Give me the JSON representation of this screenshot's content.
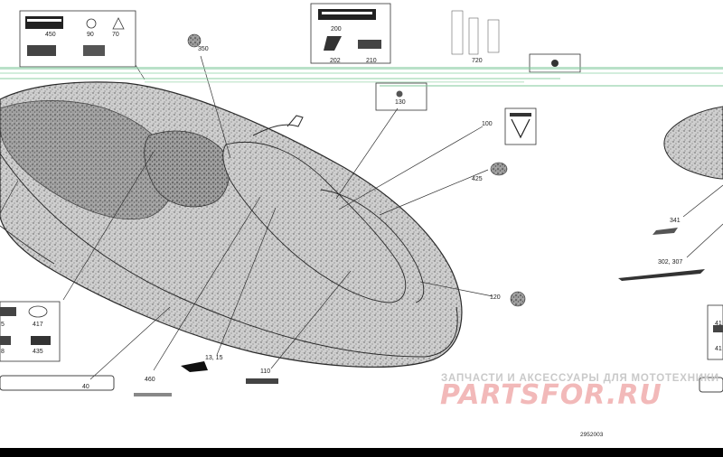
{
  "labels": {
    "l450": "450",
    "l90": "90",
    "l70": "70",
    "l350": "350",
    "l200": "200",
    "l202": "202",
    "l210": "210",
    "l720": "720",
    "l130": "130",
    "l100": "100",
    "l425": "425",
    "l120": "120",
    "l110": "110",
    "l1315": "13, 15",
    "l460": "460",
    "l40": "40",
    "l341": "341",
    "l302307": "302, 307",
    "l417": "417",
    "l435": "435",
    "l5": "5",
    "l8": "8",
    "r41a": "41",
    "r41b": "41"
  },
  "part_number": "2952003",
  "watermark": {
    "caption": "ЗАПЧАСТИ И АКСЕССУАРЫ ДЛЯ МОТОТЕХНИКИ",
    "logo": "PARTSFOR.RU"
  },
  "colors": {
    "line": "#333333",
    "hull_fill": "#d4d4d4",
    "hull_stroke": "#2a2a2a",
    "watermark_logo": "#f2b9b9",
    "watermark_caption": "#c9c9c9",
    "glitch_green": "#7fc99a"
  }
}
